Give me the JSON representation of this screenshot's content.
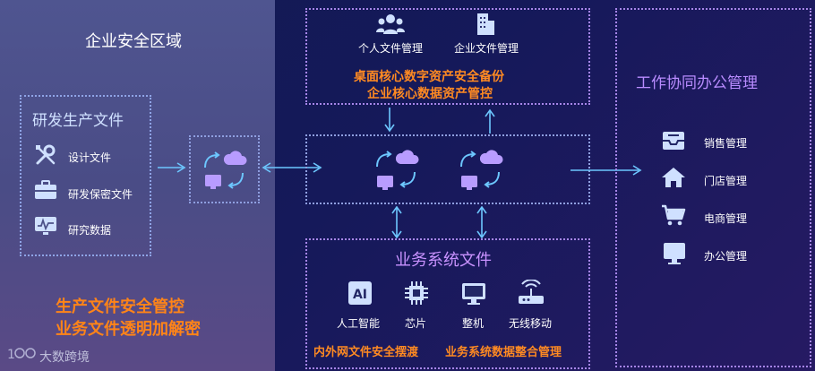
{
  "left_zone": {
    "title": "企业安全区域",
    "rd_box_title": "研发生产文件",
    "items": [
      {
        "label": "设计文件",
        "icon": "wrench-screwdriver-icon"
      },
      {
        "label": "研发保密文件",
        "icon": "briefcase-icon"
      },
      {
        "label": "研究数据",
        "icon": "monitor-chart-icon"
      }
    ],
    "slogan_line1": "生产文件安全管控",
    "slogan_line2": "业务文件透明加解密"
  },
  "top_box": {
    "items": [
      {
        "label": "个人文件管理",
        "icon": "users-icon"
      },
      {
        "label": "企业文件管理",
        "icon": "building-icon"
      }
    ],
    "slogan_line1": "桌面核心数字资产安全备份",
    "slogan_line2": "企业核心数据资产管控"
  },
  "business_box": {
    "title": "业务系统文件",
    "items": [
      {
        "label": "人工智能",
        "icon": "ai-icon"
      },
      {
        "label": "芯片",
        "icon": "chip-icon"
      },
      {
        "label": "整机",
        "icon": "monitor-icon"
      },
      {
        "label": "无线移动",
        "icon": "router-icon"
      }
    ],
    "slogan_left": "内外网文件安全摆渡",
    "slogan_right": "业务系统数据整合管理"
  },
  "right_box": {
    "title": "工作协同办公管理",
    "items": [
      {
        "label": "销售管理",
        "icon": "inbox-tray-icon"
      },
      {
        "label": "门店管理",
        "icon": "home-icon"
      },
      {
        "label": "电商管理",
        "icon": "shopping-cart-icon"
      },
      {
        "label": "办公管理",
        "icon": "desktop-icon"
      }
    ]
  },
  "watermark": {
    "text": "大数跨境"
  },
  "colors": {
    "accent_blue": "#6dc7ff",
    "orange": "#ff8a22",
    "purple": "#c08bff",
    "icon_fill": "#cfe0ff"
  }
}
